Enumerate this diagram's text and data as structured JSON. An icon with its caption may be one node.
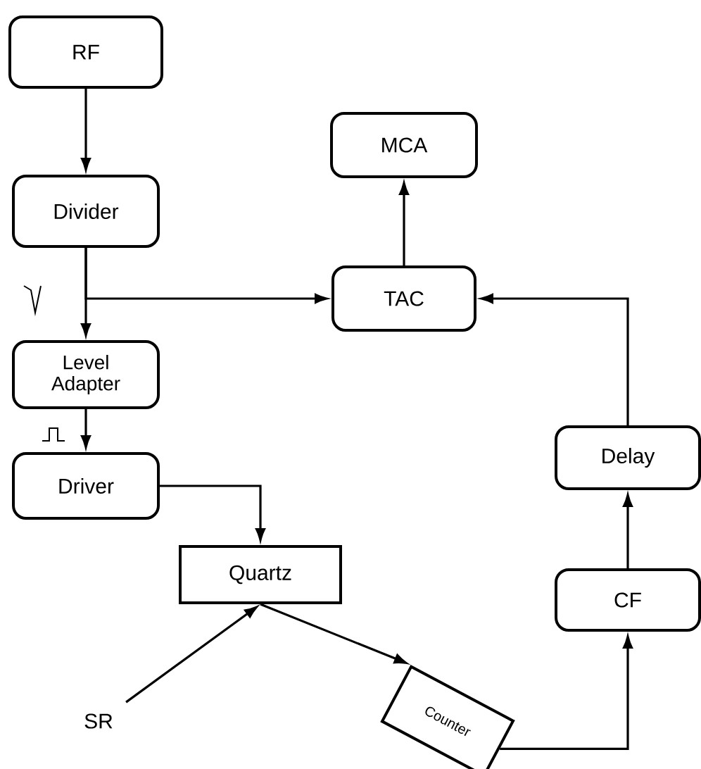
{
  "diagram": {
    "nodes": [
      {
        "text": [
          "RF"
        ]
      },
      {
        "text": [
          "Divider"
        ]
      },
      {
        "text": [
          "MCA"
        ]
      },
      {
        "text": [
          "TAC"
        ]
      },
      {
        "text": [
          "Level Adapter"
        ]
      },
      {
        "text": [
          "Driver"
        ]
      },
      {
        "text": [
          "Quartz"
        ]
      },
      {
        "text": [
          "SR"
        ]
      },
      {
        "text": [
          "Counter"
        ]
      },
      {
        "text": [
          "Delay"
        ]
      },
      {
        "text": [
          "CF"
        ]
      }
    ],
    "edges": [
      {
        "from": 0,
        "to": 1,
        "arrow": "to"
      },
      {
        "from": 1,
        "to": 4,
        "arrow": "to"
      },
      {
        "from": 1,
        "to": 3,
        "arrow": "to"
      },
      {
        "from": 3,
        "to": 2,
        "arrow": "to"
      },
      {
        "from": 4,
        "to": 5,
        "arrow": "to"
      },
      {
        "from": 5,
        "to": 6,
        "arrow": "to"
      },
      {
        "from": 7,
        "to": 6,
        "arrow": "to"
      },
      {
        "from": 6,
        "to": 8,
        "arrow": "to"
      },
      {
        "from": 8,
        "to": 10,
        "arrow": "to"
      },
      {
        "from": 10,
        "to": 9,
        "arrow": "to"
      },
      {
        "from": 9,
        "to": 3,
        "arrow": "to"
      }
    ]
  }
}
